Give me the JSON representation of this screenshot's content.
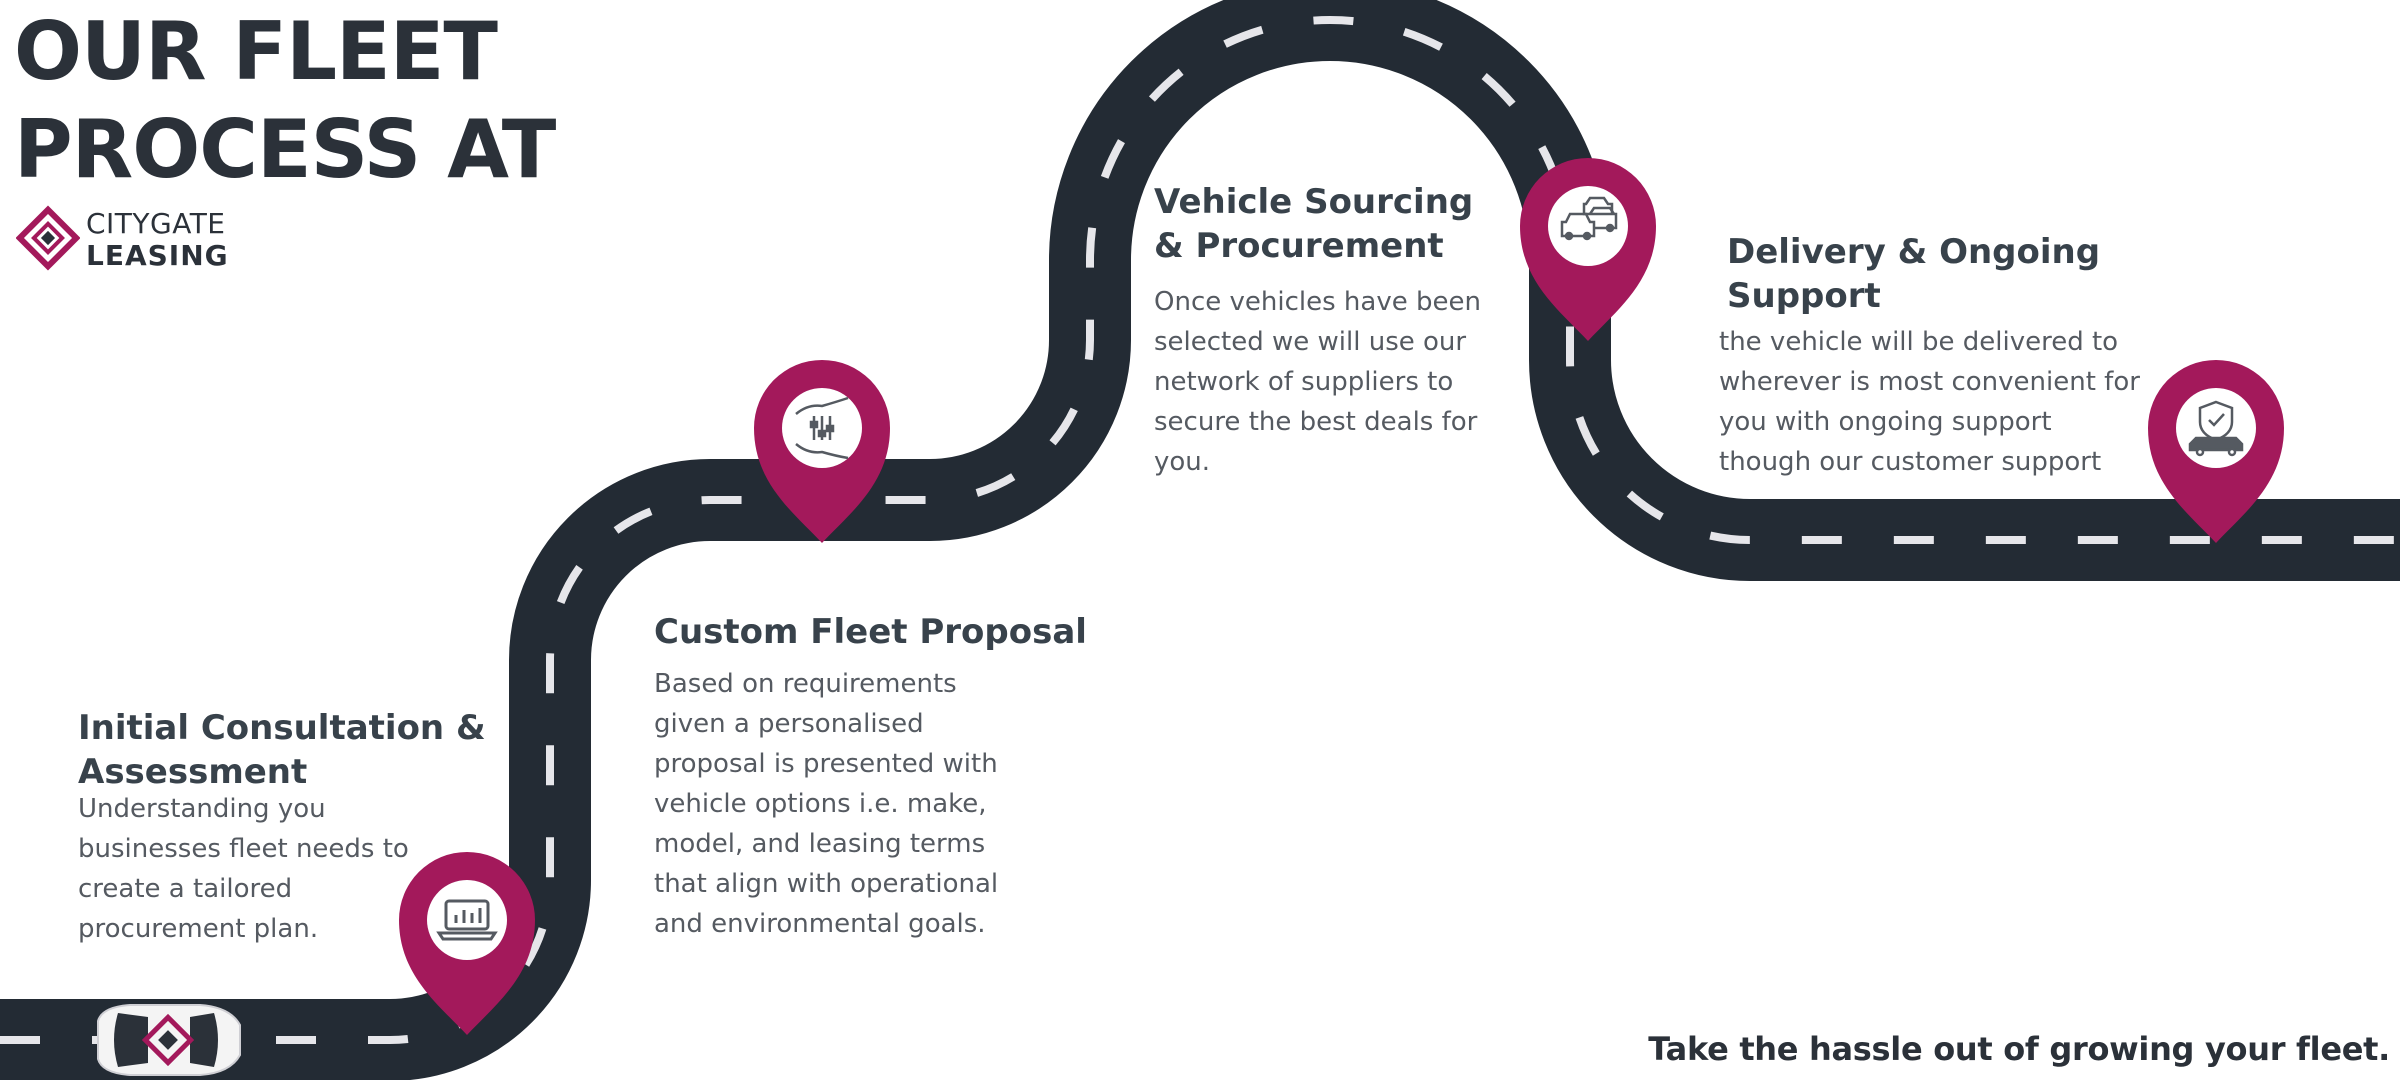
{
  "heading": {
    "line1": "OUR FLEET",
    "line2": "PROCESS AT"
  },
  "logo": {
    "top": "CITYGATE",
    "bottom": "LEASING"
  },
  "steps": [
    {
      "title": "Initial Consultation & Assessment",
      "text": "Understanding you\nbusinesses fleet needs to\ncreate a tailored\nprocurement plan.",
      "icon": "laptop-chart-icon"
    },
    {
      "title": "Custom Fleet Proposal",
      "text": "Based on requirements\ngiven a personalised\nproposal is presented with\nvehicle options i.e. make,\nmodel, and leasing terms\nthat align with operational\nand environmental goals.",
      "icon": "hand-sliders-icon"
    },
    {
      "title": "Vehicle Sourcing & Procurement",
      "text": "Once vehicles have been\nselected we will use our\nnetwork of suppliers to\nsecure the best deals for\nyou.",
      "icon": "cars-icon"
    },
    {
      "title": "Delivery & Ongoing Support",
      "text": "the vehicle will be delivered to\nwherever is most convenient for\nyou with ongoing support\nthough our customer support",
      "icon": "shield-car-icon"
    }
  ],
  "tagline": "Take the hassle out of growing your fleet.",
  "colors": {
    "road": "#232b34",
    "dash": "#e6e6ea",
    "pin": "#a3195b",
    "text": "#2b3139"
  }
}
